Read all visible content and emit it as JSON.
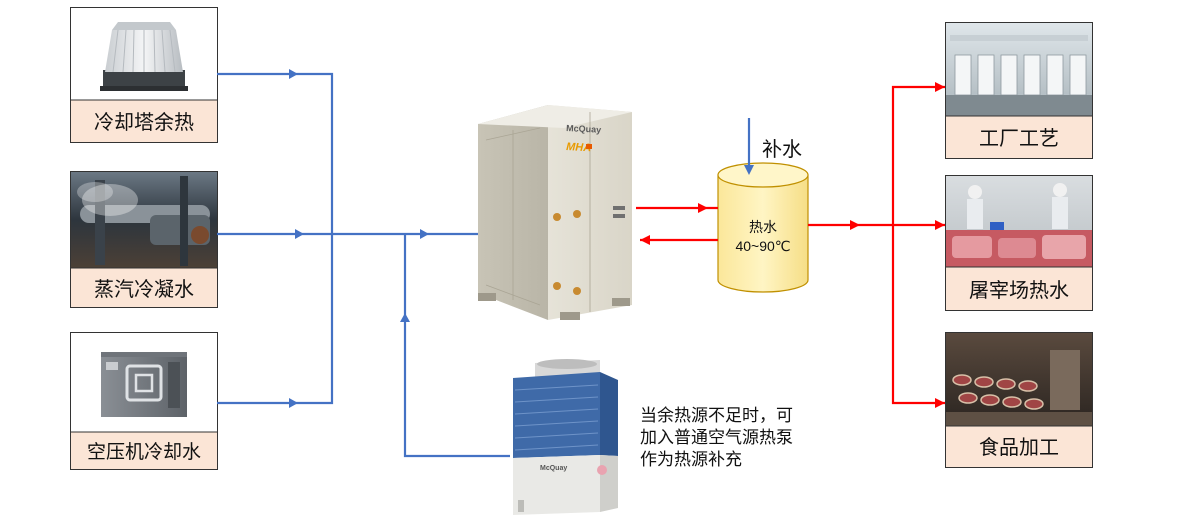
{
  "sources": [
    {
      "label": "冷却塔余热",
      "icon": "cooling-tower-icon"
    },
    {
      "label": "蒸汽冷凝水",
      "icon": "steam-pipes-icon"
    },
    {
      "label": "空压机冷却水",
      "icon": "air-compressor-icon"
    }
  ],
  "heat_pump": {
    "brand": "McQuay",
    "model": "MHA"
  },
  "aux_heat_pump": {
    "brand": "McQuay"
  },
  "tank": {
    "label": "热水",
    "temp": "40~90℃",
    "makeup_label": "补水"
  },
  "note_lines": [
    "当余热源不足时，可",
    "加入普通空气源热泵",
    "作为热源补充"
  ],
  "destinations": [
    {
      "label": "工厂工艺",
      "icon": "factory-line-icon"
    },
    {
      "label": "屠宰场热水",
      "icon": "meat-processing-icon"
    },
    {
      "label": "食品加工",
      "icon": "food-canning-icon"
    }
  ],
  "colors": {
    "cold_line": "#4472c4",
    "hot_line": "#ff0000",
    "tank_fill": "#fff2a8",
    "tank_stroke": "#c09000"
  }
}
